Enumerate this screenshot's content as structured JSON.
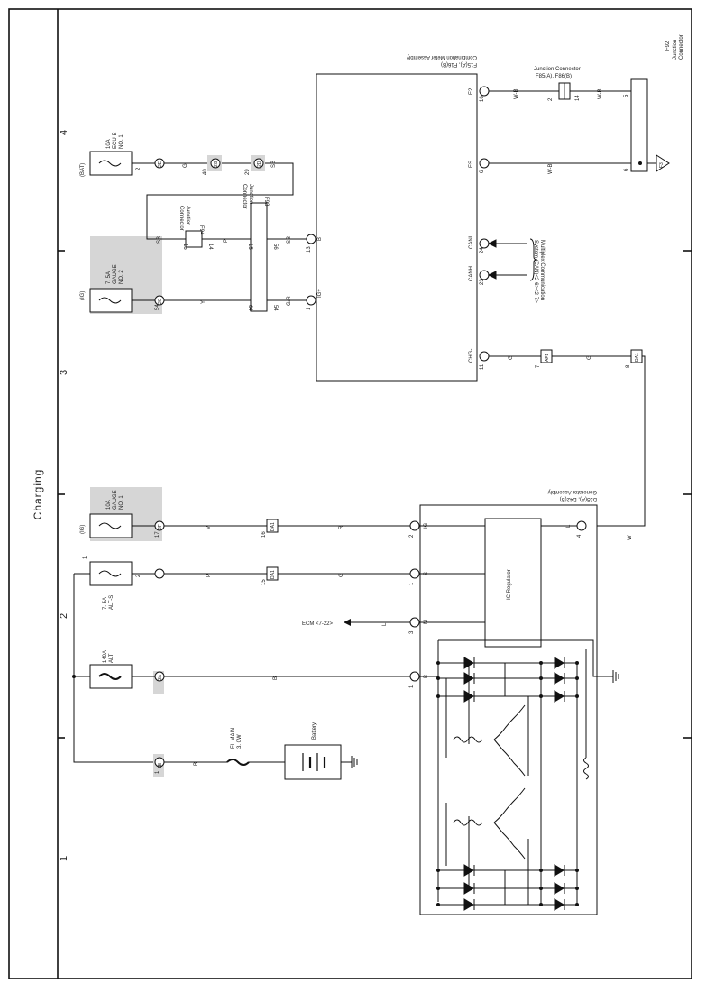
{
  "page": {
    "title": "Charging"
  },
  "zones": [
    "1",
    "2",
    "3",
    "4"
  ],
  "fuses": [
    {
      "id": "fuse-bat",
      "source": "(BAT)",
      "name": "10A\nECU-B\nNO. 1",
      "pin": "2"
    },
    {
      "id": "fuse-ig2",
      "source": "(IG)",
      "name": "7. 5A\nGAUGE\nNO. 2",
      "pin": "54"
    },
    {
      "id": "fuse-ig1",
      "source": "(IG)",
      "name": "10A\nGAUGE\nNO. 1",
      "pin": "17"
    },
    {
      "id": "fuse-alts",
      "source": "",
      "name": "7. 5A\nALT-S",
      "pin": "2",
      "pin_in": "1"
    },
    {
      "id": "fuse-alt",
      "source": "",
      "name": "140A\nALT",
      "pin": ""
    },
    {
      "id": "fuse-flmain",
      "source": "",
      "name": "FL MAIN\n3. 0W",
      "pin": "1"
    }
  ],
  "battery": {
    "label": "Battery"
  },
  "meter": {
    "title": "Combination Meter Assembly",
    "code": "F15(A), F16(B)",
    "pins": [
      {
        "name": "IG+",
        "num": "1",
        "conn": "B"
      },
      {
        "name": "B",
        "num": "13",
        "conn": "B"
      },
      {
        "name": "CANH",
        "num": "23",
        "conn": "B"
      },
      {
        "name": "CANL",
        "num": "24",
        "conn": "B"
      },
      {
        "name": "ES",
        "num": "6",
        "conn": "B"
      },
      {
        "name": "E2",
        "num": "16",
        "conn": "A"
      },
      {
        "name": "CHG-",
        "num": "11",
        "conn": "A"
      }
    ]
  },
  "generator": {
    "title": "Generator Assembly",
    "code": "D35(A), D42(B)",
    "regulator": "IC Regulator",
    "pins": [
      {
        "name": "IG",
        "num": "2",
        "conn": "A"
      },
      {
        "name": "S",
        "num": "1",
        "conn": "A"
      },
      {
        "name": "M",
        "num": "3",
        "conn": "A"
      },
      {
        "name": "B",
        "num": "1",
        "conn": "B"
      },
      {
        "name": "L",
        "num": "4",
        "conn": "A"
      }
    ]
  },
  "connectors": {
    "f93": {
      "code": "F93",
      "label": "Junction\nConnector",
      "pins": [
        "15",
        "56",
        "64",
        "54"
      ]
    },
    "f94": {
      "code": "F94",
      "label": "Junction\nConnector",
      "pins": [
        "15",
        "14"
      ]
    },
    "f92": {
      "code": "F92",
      "label": "Junction\nConnector",
      "pins": [
        "5",
        "6"
      ]
    },
    "f85": {
      "code": "F85(A), F86(B)",
      "label": "Junction Connector",
      "pins": [
        "2",
        "14"
      ]
    },
    "inline": [
      "2E",
      "2G",
      "2D",
      "1B",
      "2F",
      "2C",
      "3A"
    ],
    "inline_pins": {
      "2G": "40",
      "2D": "29"
    },
    "da1": [
      "DA1",
      "DA1",
      "DA1"
    ],
    "da1_pins": [
      "16",
      "15",
      "8"
    ],
    "af1": {
      "code": "AF1",
      "pin": "7"
    }
  },
  "ground": {
    "code": "F3"
  },
  "multiplex": {
    "label": "Multiplex Communication\nSystem (CAN)<2-6><2-7>"
  },
  "ecm": {
    "label": "ECM <7-22>"
  },
  "wires": {
    "bat": "G",
    "bat2": "SB",
    "ig2": "Y",
    "ig2b": "G/R",
    "bjunction": "SB",
    "bjunction2": "P",
    "bjunction3": "SB",
    "ig1": "V",
    "ig1b": "R",
    "alts": "P",
    "alts2": "G",
    "alt": "B",
    "m": "L",
    "flmain": "B",
    "chg": "G",
    "chg2": "G",
    "l": "W",
    "es": "W-B",
    "e2": "W-B",
    "e2b": "W-B"
  }
}
